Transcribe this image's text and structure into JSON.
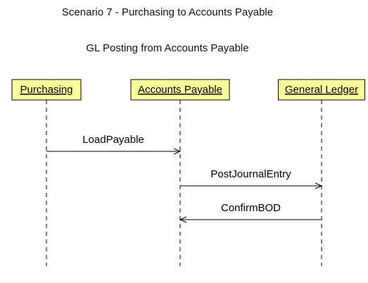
{
  "title": "Scenario 7 - Purchasing to Accounts Payable",
  "subtitle": "GL Posting from Accounts Payable",
  "colors": {
    "actor_fill": "#ffff99",
    "line": "#000000",
    "background": "#ffffff"
  },
  "actors": [
    {
      "id": "purchasing",
      "label": "Purchasing"
    },
    {
      "id": "accounts-payable",
      "label": "Accounts Payable"
    },
    {
      "id": "general-ledger",
      "label": "General Ledger"
    }
  ],
  "messages": [
    {
      "label": "LoadPayable",
      "from": "purchasing",
      "to": "accounts-payable"
    },
    {
      "label": "PostJournalEntry",
      "from": "accounts-payable",
      "to": "general-ledger"
    },
    {
      "label": "ConfirmBOD",
      "from": "general-ledger",
      "to": "accounts-payable"
    }
  ]
}
